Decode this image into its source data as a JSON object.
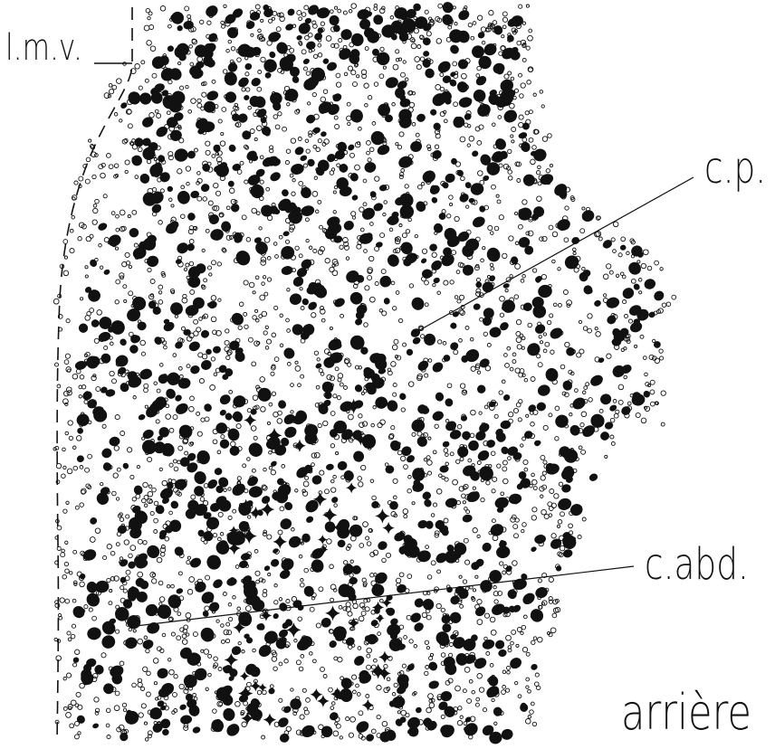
{
  "labels": {
    "lmv": "l.m.v.",
    "cp": "c.p.",
    "cabd": "c.abd.",
    "arriere": "arrière"
  },
  "colors": {
    "ink": "#111111",
    "background": "#ffffff"
  }
}
